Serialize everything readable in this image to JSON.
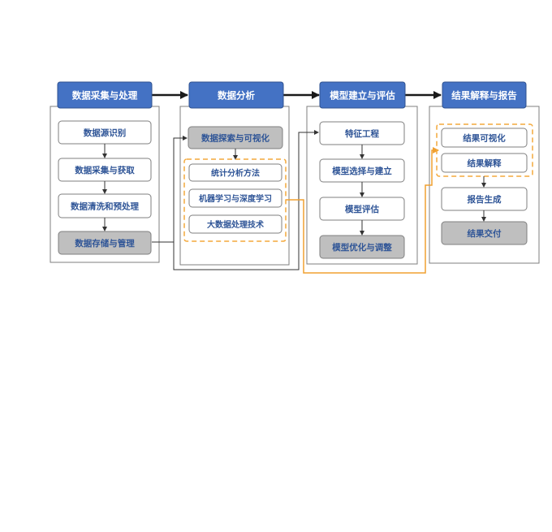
{
  "colors": {
    "header_fill": "#4472c4",
    "header_text": "#ffffff",
    "box_text": "#2f5597",
    "gray_fill": "#bfbfbf",
    "gray_text": "#2f5597",
    "dashed_orange": "#f4a93b",
    "orange_line": "#f0a030",
    "connector": "#333333"
  },
  "stages": [
    {
      "header": "数据采集与处理",
      "items": [
        "数据源识别",
        "数据采集与获取",
        "数据清洗和预处理",
        "数据存储与管理"
      ]
    },
    {
      "header": "数据分析",
      "items": [
        "数据探索与可视化",
        "统计分析方法",
        "机器学习与深度学习",
        "大数据处理技术"
      ]
    },
    {
      "header": "模型建立与评估",
      "items": [
        "特征工程",
        "模型选择与建立",
        "模型评估",
        "模型优化与调整"
      ]
    },
    {
      "header": "结果解释与报告",
      "items": [
        "结果可视化",
        "结果解释",
        "报告生成",
        "结果交付"
      ]
    }
  ]
}
